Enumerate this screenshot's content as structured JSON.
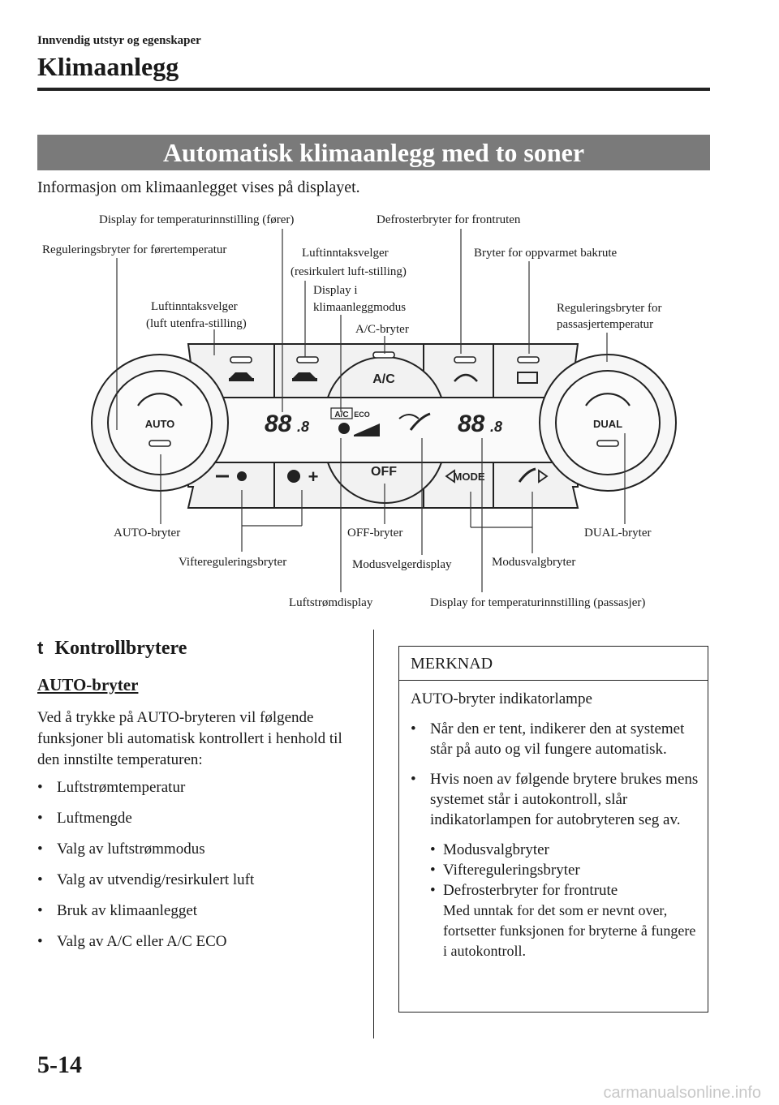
{
  "header": {
    "breadcrumb": "Innvendig utstyr og egenskaper",
    "chapter_title": "Klimaanlegg"
  },
  "section_banner": "Automatisk klimaanlegg med to soner",
  "intro": "Informasjon om klimaanlegget vises på displayet.",
  "diagram": {
    "labels": {
      "display_temp_driver": "Display for temperaturinnstilling (fører)",
      "defroster_front": "Defrosterbryter for frontruten",
      "reg_driver_temp": "Reguleringsbryter for førertemperatur",
      "air_intake_recirc_1": "Luftinntaksvelger",
      "air_intake_recirc_2": "(resirkulert luft-stilling)",
      "rear_defogger": "Bryter for oppvarmet bakrute",
      "climate_mode_display_1": "Display i",
      "climate_mode_display_2": "klimaanleggmodus",
      "air_intake_outside_1": "Luftinntaksvelger",
      "air_intake_outside_2": "(luft utenfra-stilling)",
      "reg_passenger_temp_1": "Reguleringsbryter for",
      "reg_passenger_temp_2": "passasjertemperatur",
      "ac_switch": "A/C-bryter",
      "auto_switch": "AUTO-bryter",
      "off_switch": "OFF-bryter",
      "dual_switch": "DUAL-bryter",
      "fan_control": "Viftereguleringsbryter",
      "mode_display": "Modusvelgerdisplay",
      "mode_switch": "Modusvalgbryter",
      "airflow_display": "Luftstrømdisplay",
      "display_temp_passenger": "Display for temperaturinnstilling (passasjer)"
    },
    "panel": {
      "auto": "AUTO",
      "dual": "DUAL",
      "ac": "A/C",
      "off": "OFF",
      "mode": "MODE",
      "ac_small": "A/C",
      "eco": "ECO",
      "temp_left": "88",
      "temp_left_dec": ".8",
      "temp_right": "88",
      "temp_right_dec": ".8"
    }
  },
  "section": {
    "marker": "t",
    "title": "Kontrollbrytere",
    "subsection": "AUTO-bryter",
    "paragraph": "Ved å trykke på AUTO-bryteren vil følgende funksjoner bli automatisk kontrollert i henhold til den innstilte temperaturen:",
    "bullets": [
      "Luftstrømtemperatur",
      "Luftmengde",
      "Valg av luftstrømmodus",
      "Valg av utvendig/resirkulert luft",
      "Bruk av klimaanlegget",
      "Valg av A/C eller A/C ECO"
    ]
  },
  "note": {
    "heading": "MERKNAD",
    "title": "AUTO-bryter indikatorlampe",
    "bullet1": "Når den er tent, indikerer den at systemet står på auto og vil fungere automatisk.",
    "bullet2": "Hvis noen av følgende brytere brukes mens systemet står i autokontroll, slår indikatorlampen for autobryteren seg av.",
    "sub_items": [
      "Modusvalgbryter",
      "Viftereguleringsbryter",
      "Defrosterbryter for frontrute"
    ],
    "tail": "Med unntak for det som er nevnt over, fortsetter funksjonen for bryterne å fungere i autokontroll."
  },
  "page_number": "5-14",
  "watermark": "carmanualsonline.info"
}
